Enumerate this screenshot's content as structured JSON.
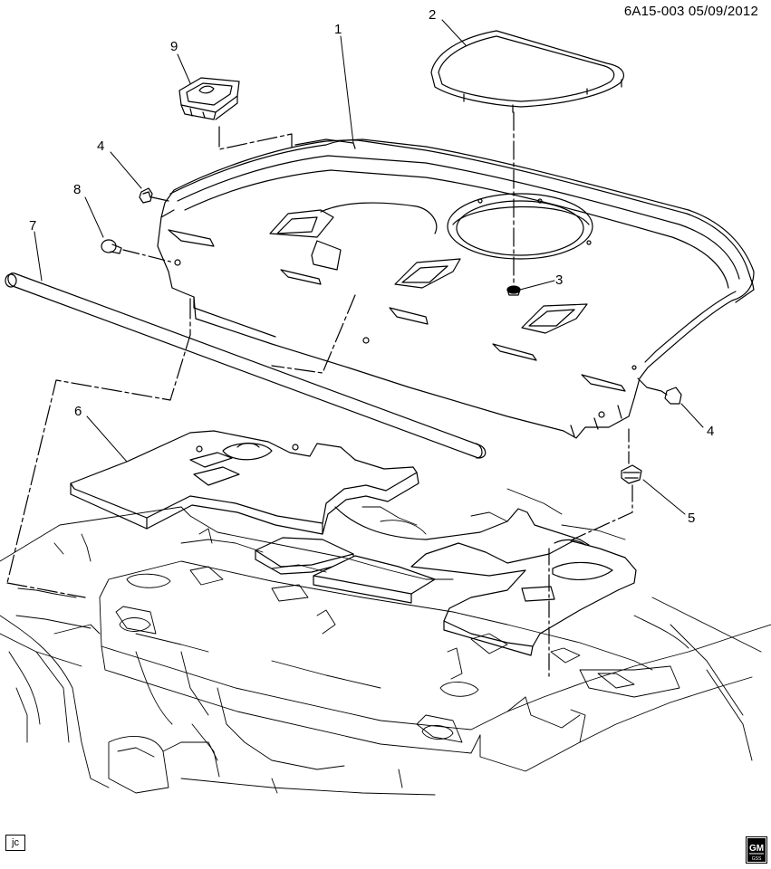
{
  "header": {
    "diagram_code": "6A15-003  05/09/2012"
  },
  "callouts": [
    {
      "id": "c1",
      "label": "1"
    },
    {
      "id": "c2",
      "label": "2"
    },
    {
      "id": "c3",
      "label": "3"
    },
    {
      "id": "c4a",
      "label": "4"
    },
    {
      "id": "c4b",
      "label": "4"
    },
    {
      "id": "c5",
      "label": "5"
    },
    {
      "id": "c6",
      "label": "6"
    },
    {
      "id": "c7",
      "label": "7"
    },
    {
      "id": "c8",
      "label": "8"
    },
    {
      "id": "c9",
      "label": "9"
    }
  ],
  "footer": {
    "author_initials": "jc"
  },
  "brand": {
    "logo_text_top": "GM",
    "logo_text_bottom": "GSS"
  },
  "colors": {
    "line": "#000000",
    "background": "#ffffff"
  }
}
